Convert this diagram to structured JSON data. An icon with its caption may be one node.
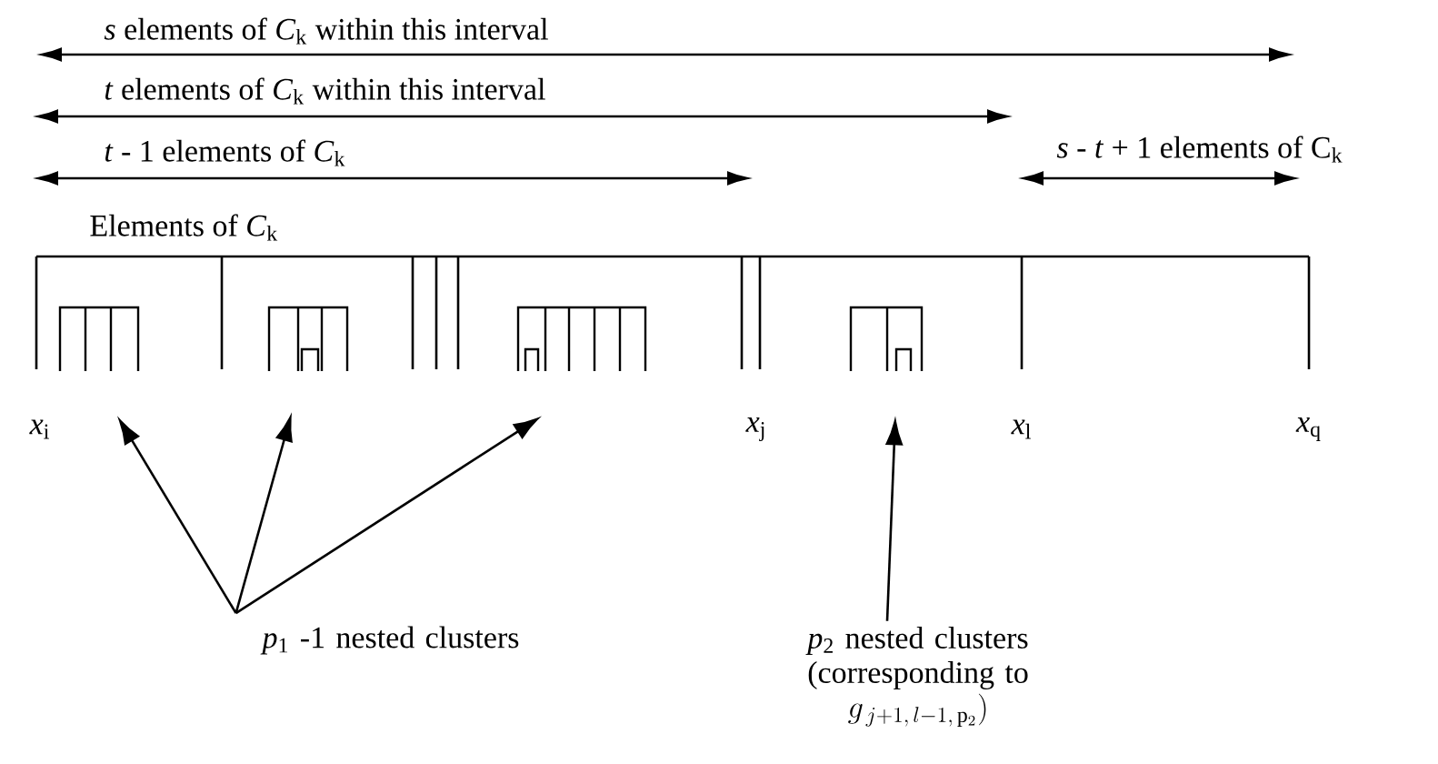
{
  "diagram": {
    "nodes": [
      {
        "text": [],
        "shape": "box"
      },
      {
        "text": [],
        "shape": "box"
      },
      {
        "text": [],
        "shape": "box"
      },
      {
        "text": [],
        "shape": "box"
      },
      {
        "text": [
          "*p*$_{1}$ -1 nested clusters"
        ]
      },
      {
        "text": [
          "*p*$_{2}$ nested clusters (corresponding to",
          "g_{\\,j+1,\\, l-1,\\, \\mathrm{p}_2})"
        ]
      }
    ],
    "edges": [
      {
        "from": 4,
        "to": 0,
        "arrow": "to"
      },
      {
        "from": 4,
        "to": 1,
        "arrow": "to"
      },
      {
        "from": 4,
        "to": 2,
        "arrow": "to"
      },
      {
        "from": 5,
        "to": 3,
        "arrow": "to"
      }
    ],
    "labels": [
      "*s* elements of *C*$_{k}$ within this interval",
      "*t* elements of *C*$_{k}$ within this interval",
      "*t* - 1 elements of *C*$_{k}$",
      "*s* - *t* + 1 elements of C$_{k}$",
      "Elements of *C*$_{k}$",
      "*x*$_{i}$",
      "*x*$_{j}$",
      "*x*$_{l}$",
      "*x*$_{q}$"
    ]
  }
}
